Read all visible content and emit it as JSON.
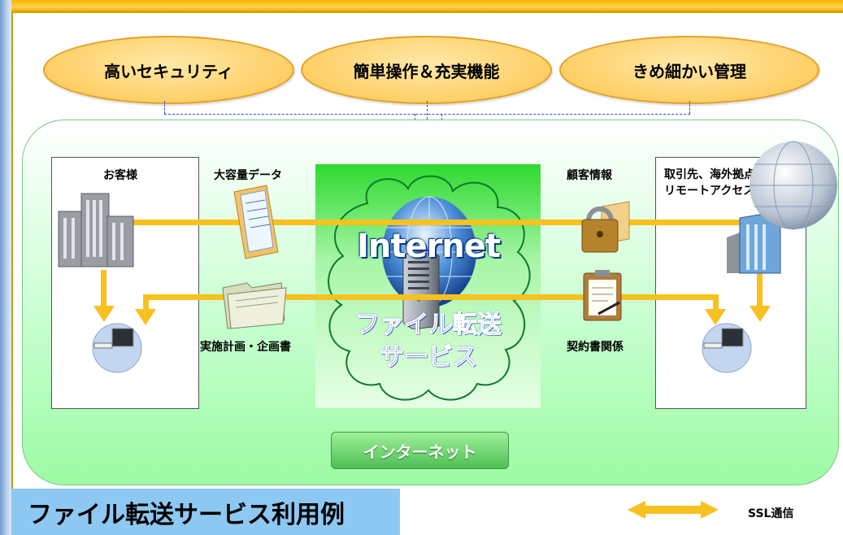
{
  "features": [
    {
      "label": "高いセキュリティ"
    },
    {
      "label": "簡単操作＆充実機能"
    },
    {
      "label": "きめ細かい管理"
    }
  ],
  "left_party": {
    "label": "お客様"
  },
  "right_party": {
    "label": "取引先、海外拠点、\nリモートアクセス（出張）等"
  },
  "data_labels": {
    "bulk_data": "大容量データ",
    "plan_docs": "実施計画・企画書",
    "customer_info": "顧客情報",
    "contracts": "契約書関係"
  },
  "center": {
    "internet_word": "Internet",
    "service_line1": "ファイル転送",
    "service_line2": "サービス"
  },
  "network_tag": "インターネット",
  "footer": {
    "title": "ファイル転送サービス利用例",
    "legend_label": "SSL通信"
  },
  "colors": {
    "accent_yellow": "#f7c11e",
    "panel_green": "#9dfba4",
    "title_blue": "#8dc8f2",
    "dash_blue": "#2f4fd6"
  }
}
